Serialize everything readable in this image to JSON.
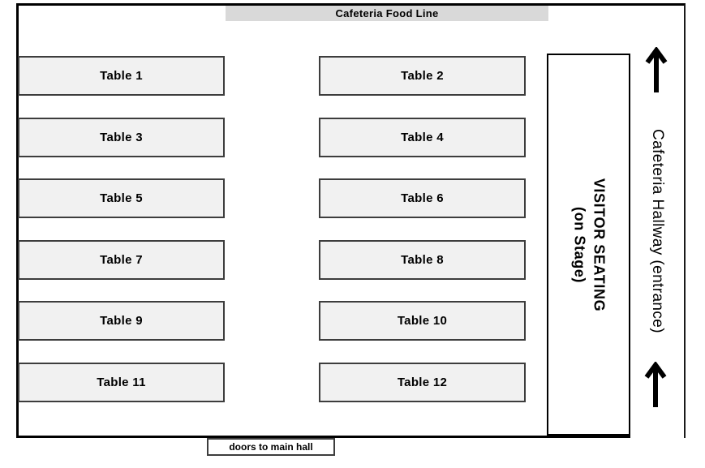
{
  "room": {
    "food_line_label": "Cafeteria Food Line",
    "hallway_label": "Cafeteria Hallway (entrance)",
    "doors_label": "doors to main hall"
  },
  "stage": {
    "line1": "VISITOR SEATING",
    "line2": "(on Stage)"
  },
  "tables": [
    {
      "label": "Table 1"
    },
    {
      "label": "Table 2"
    },
    {
      "label": "Table 3"
    },
    {
      "label": "Table 4"
    },
    {
      "label": "Table 5"
    },
    {
      "label": "Table 6"
    },
    {
      "label": "Table 7"
    },
    {
      "label": "Table 8"
    },
    {
      "label": "Table 9"
    },
    {
      "label": "Table 10"
    },
    {
      "label": "Table 11"
    },
    {
      "label": "Table 12"
    }
  ],
  "icons": {
    "up_arrow": "up-arrow"
  },
  "colors": {
    "wall": "#000000",
    "table_fill": "#f1f1f1",
    "table_border": "#3d3d3d",
    "food_line_bg": "#d9d9d9",
    "background": "#ffffff"
  }
}
